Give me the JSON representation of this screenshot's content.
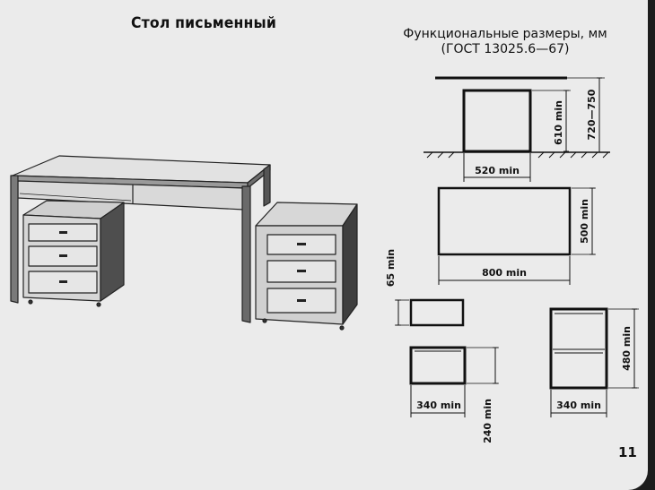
{
  "title": "Стол письменный",
  "subtitle_line1": "Функциональные размеры, мм",
  "subtitle_line2": "(ГОСТ 13025.6—67)",
  "page_number": "11",
  "dimensions": {
    "height_total": "720—750",
    "knee_height": "610 min",
    "knee_width": "520 min",
    "top_depth": "500 min",
    "top_width": "800 min",
    "drawer_height": "65 min",
    "small_box_width": "340 min",
    "small_box_height": "240 min",
    "cabinet_width": "340 min",
    "cabinet_height": "480 min"
  }
}
